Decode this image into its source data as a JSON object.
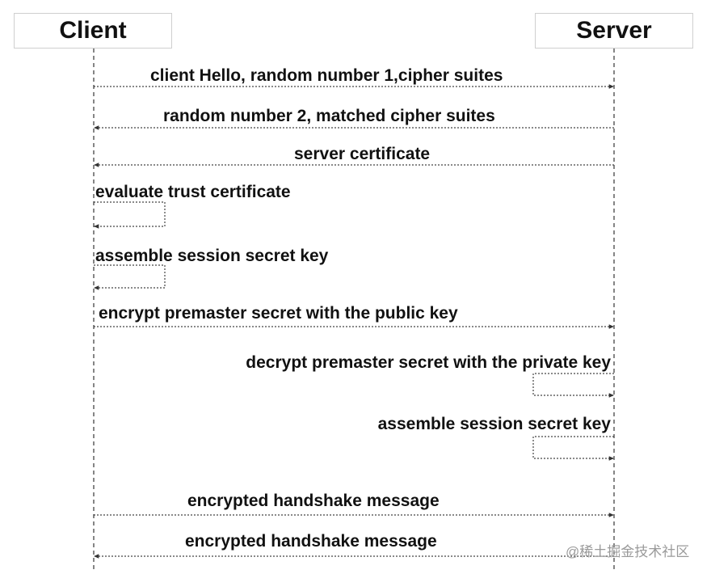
{
  "participants": {
    "client": "Client",
    "server": "Server"
  },
  "messages": [
    {
      "label": "client Hello, random number 1,cipher suites",
      "direction": "client-to-server"
    },
    {
      "label": "random number 2, matched cipher suites",
      "direction": "server-to-client"
    },
    {
      "label": "server certificate",
      "direction": "server-to-client"
    },
    {
      "label": "evaluate trust certificate",
      "direction": "client-self"
    },
    {
      "label": "assemble session secret key",
      "direction": "client-self"
    },
    {
      "label": "encrypt premaster secret with the public key",
      "direction": "client-to-server"
    },
    {
      "label": "decrypt premaster secret with the private key",
      "direction": "server-self"
    },
    {
      "label": "assemble session secret key",
      "direction": "server-self"
    },
    {
      "label": "encrypted handshake message",
      "direction": "client-to-server"
    },
    {
      "label": "encrypted handshake message",
      "direction": "server-to-client"
    }
  ],
  "watermark": "@稀土掘金技术社区",
  "colors": {
    "line": "#444444",
    "text": "#111111",
    "box_border": "#cfcfcf"
  }
}
